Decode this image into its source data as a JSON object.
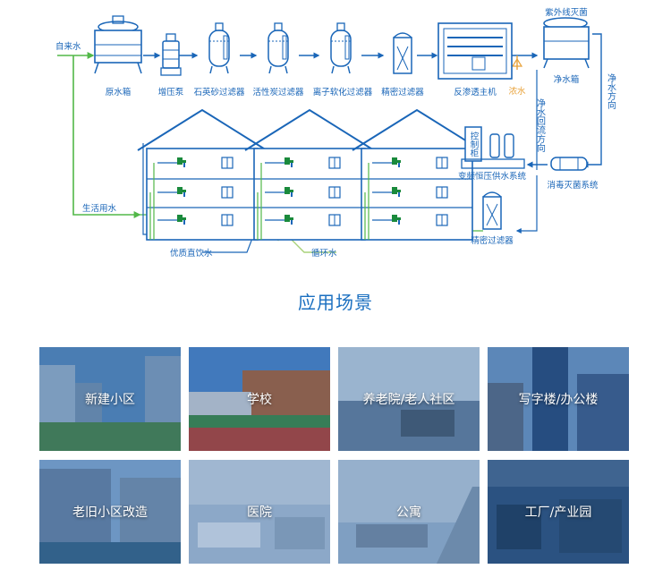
{
  "diagram": {
    "labels": {
      "tap_water": "自来水",
      "raw_tank": "原水箱",
      "booster_pump": "增压泵",
      "quartz_filter": "石英砂过滤器",
      "carbon_filter": "活性炭过滤器",
      "softener": "离子软化过滤器",
      "precision_filter": "精密过滤器",
      "ro_unit": "反渗透主机",
      "concentrate": "浓水",
      "uv": "紫外线灭菌",
      "clean_tank": "净水箱",
      "clean_direction": "净水方向",
      "return_direction": "净水回流方向",
      "control_cabinet": "控制柜",
      "vfd_supply": "变频恒压供水系统",
      "disinfection": "消毒灭菌系统",
      "precision_filter_2": "精密过滤器",
      "domestic_water": "生活用水",
      "drinking_water": "优质直饮水",
      "circulating_water": "循环水"
    },
    "colors": {
      "blue": "#1a66b8",
      "green": "#52b848",
      "light_green": "#a9d27a",
      "orange": "#e8a23a"
    }
  },
  "section": {
    "title": "应用场景"
  },
  "cards": [
    {
      "label": "新建小区",
      "icon": "residential-complex-photo"
    },
    {
      "label": "学校",
      "icon": "school-photo"
    },
    {
      "label": "养老院/老人社区",
      "icon": "nursing-home-photo"
    },
    {
      "label": "写字楼/办公楼",
      "icon": "office-tower-photo"
    },
    {
      "label": "老旧小区改造",
      "icon": "old-community-photo"
    },
    {
      "label": "医院",
      "icon": "hospital-photo"
    },
    {
      "label": "公寓",
      "icon": "apartment-photo"
    },
    {
      "label": "工厂/产业园",
      "icon": "factory-photo"
    }
  ]
}
